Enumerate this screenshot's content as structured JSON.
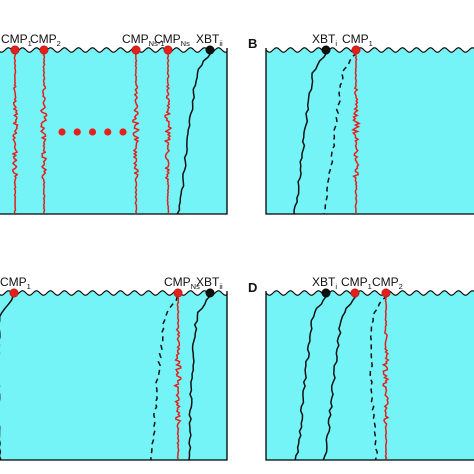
{
  "colors": {
    "water": "#75F4F7",
    "border": "#000000",
    "cmp": "#E3201B",
    "xbt": "#111111",
    "background": "#FFFFFF"
  },
  "panels": [
    {
      "letter": "",
      "letter_visible": false,
      "instruments": [
        {
          "kind": "cmp",
          "main": "CMP",
          "sub": "1",
          "trace": "red-noisy"
        },
        {
          "kind": "cmp",
          "main": "CMP",
          "sub": "2",
          "trace": "red-noisy"
        },
        {
          "kind": "cmp",
          "main": "CMP",
          "sub": "Ns-1",
          "trace": "red-noisy"
        },
        {
          "kind": "cmp",
          "main": "CMP",
          "sub": "Ns",
          "trace": "red-noisy"
        },
        {
          "kind": "xbt",
          "main": "XBT",
          "sub": "ii",
          "trace": "black-solid"
        }
      ],
      "ellipsis_dots": 5
    },
    {
      "letter": "B",
      "letter_visible": true,
      "instruments": [
        {
          "kind": "xbt",
          "main": "XBT",
          "sub": "i",
          "trace": "black-solid"
        },
        {
          "kind": "cmp",
          "main": "CMP",
          "sub": "1",
          "trace": "black-dashed"
        }
      ],
      "ellipsis_dots": 0
    },
    {
      "letter": "",
      "letter_visible": false,
      "instruments": [
        {
          "kind": "cmp",
          "main": "CMP",
          "sub": "1",
          "trace": "black-solid"
        },
        {
          "kind": "cmp",
          "main": "CMP",
          "sub": "Ns",
          "trace": "black-dashed"
        },
        {
          "kind": "xbt",
          "main": "XBT",
          "sub": "ii",
          "trace": "black-solid"
        }
      ],
      "ellipsis_dots": 0
    },
    {
      "letter": "D",
      "letter_visible": true,
      "instruments": [
        {
          "kind": "xbt",
          "main": "XBT",
          "sub": "i",
          "trace": "black-solid"
        },
        {
          "kind": "cmp",
          "main": "CMP",
          "sub": "1",
          "trace": "black-solid"
        },
        {
          "kind": "cmp",
          "main": "CMP",
          "sub": "2",
          "trace": "black-dashed"
        }
      ],
      "ellipsis_dots": 0
    }
  ]
}
